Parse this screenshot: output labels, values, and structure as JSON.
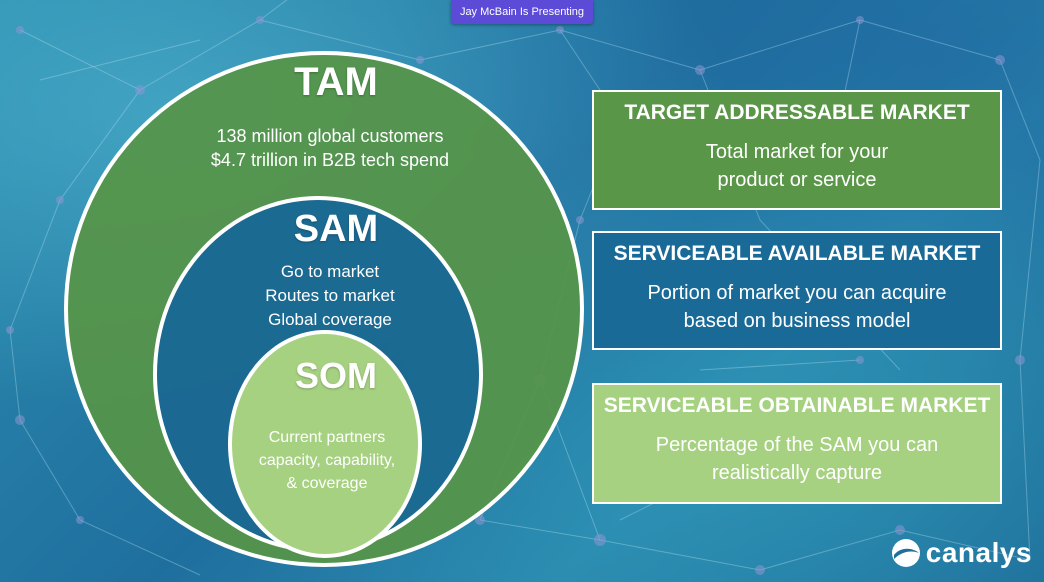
{
  "banner": {
    "text": "Jay McBain Is Presenting"
  },
  "circles": {
    "tam": {
      "title": "TAM",
      "body": "138 million global customers\n$4.7 trillion in B2B tech spend"
    },
    "sam": {
      "title": "SAM",
      "body": "Go to market\nRoutes to market\nGlobal coverage"
    },
    "som": {
      "title": "SOM",
      "body": "Current partners\ncapacity, capability,\n& coverage"
    }
  },
  "boxes": {
    "tam": {
      "heading": "TARGET ADDRESSABLE MARKET",
      "body": "Total market for your\nproduct or service"
    },
    "sam": {
      "heading": "SERVICEABLE AVAILABLE MARKET",
      "body": "Portion of market you can acquire\nbased on business model"
    },
    "som": {
      "heading": "SERVICEABLE OBTAINABLE MARKET",
      "body": "Percentage of the SAM you can\nrealistically capture"
    }
  },
  "logo": {
    "text": "canalys",
    "icon": "canalys-swoosh-icon"
  },
  "colors": {
    "tam_green": "#5a9648",
    "sam_blue": "#1a6a98",
    "som_light_green": "#a6d181",
    "banner_purple": "#5b4bd6"
  }
}
